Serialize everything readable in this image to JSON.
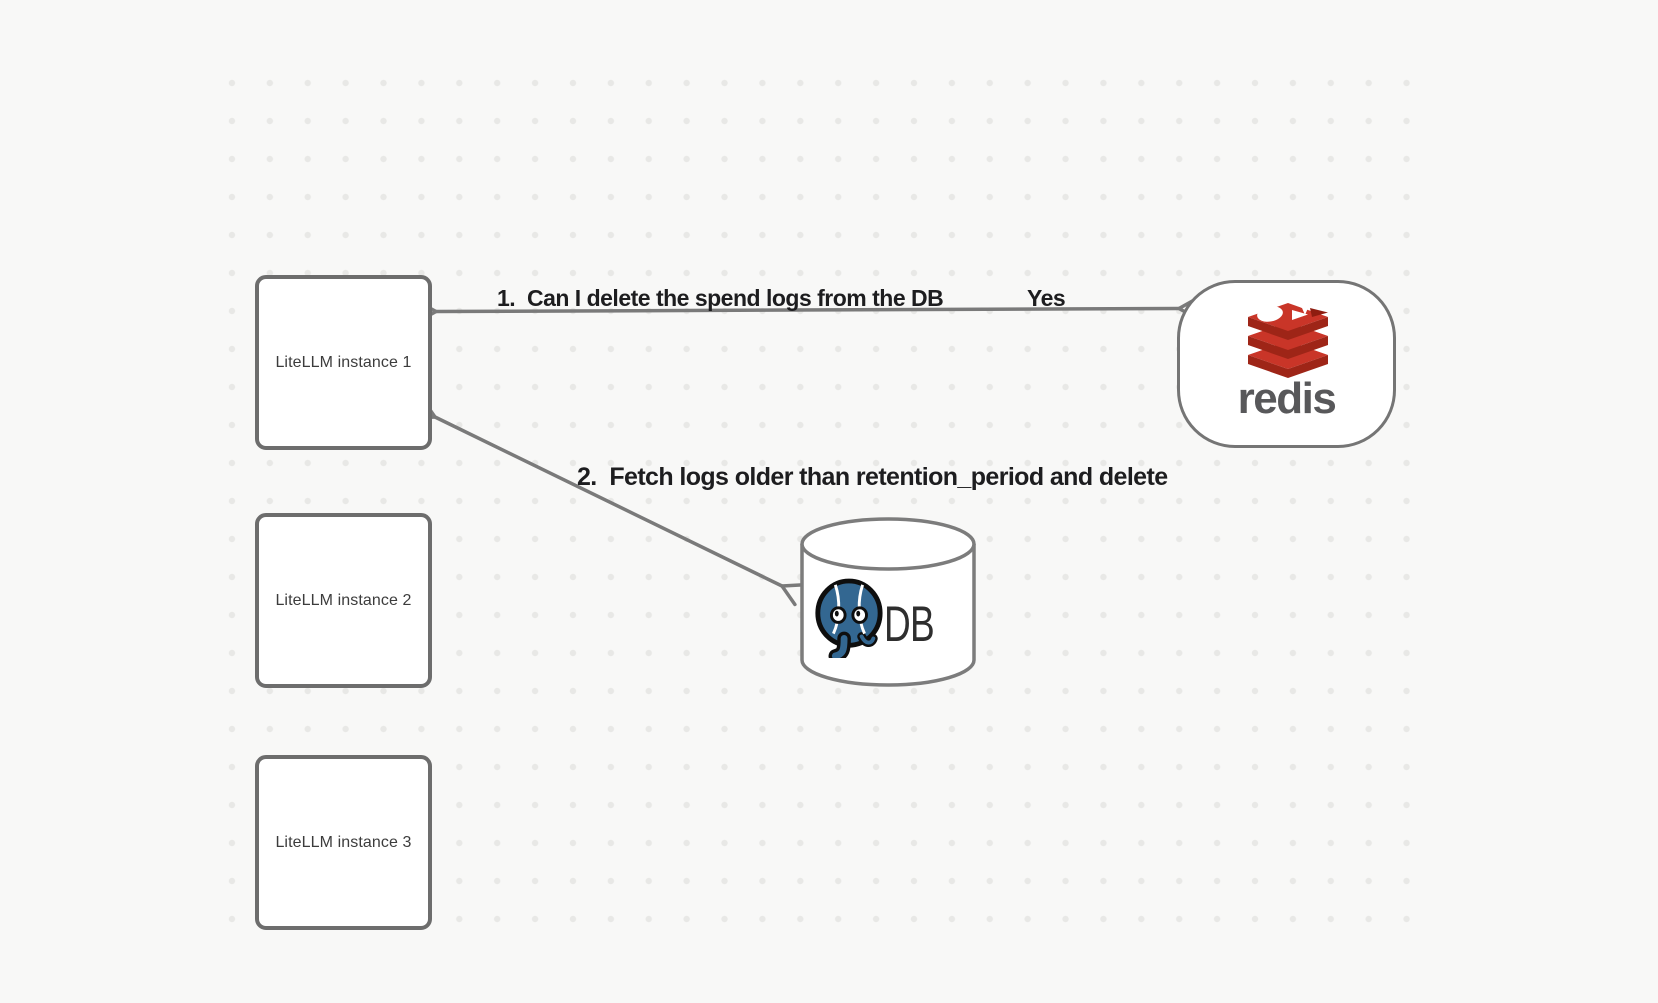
{
  "diagram": {
    "type": "architecture-flow",
    "background": {
      "color": "#f8f8f7",
      "dot_color": "#e8e8e6"
    },
    "nodes": {
      "instances": [
        {
          "label": "LiteLLM instance 1"
        },
        {
          "label": "LiteLLM instance 2"
        },
        {
          "label": "LiteLLM instance 3"
        }
      ],
      "redis": {
        "wordmark": "redis",
        "icon": "redis-stack-logo",
        "brand_red": "#c93528",
        "brand_red_dark": "#9e2517",
        "wordmark_color": "#58585a"
      },
      "db": {
        "label": "DB",
        "icon": "postgresql-elephant-logo",
        "postgres_blue": "#336791"
      }
    },
    "edges": [
      {
        "label": "1.  Can I delete the spend logs from the DB",
        "response": "Yes",
        "from": "LiteLLM instance 1",
        "to": "redis",
        "arrowheads": "both"
      },
      {
        "label": "2.  Fetch logs older than retention_period and delete",
        "from": "LiteLLM instance 1",
        "to": "DB",
        "arrowheads": "both"
      }
    ],
    "styles": {
      "arrow_color": "#7a7a7a",
      "node_border_color": "#6d6d6d",
      "label_color": "#1d1d1f"
    }
  }
}
